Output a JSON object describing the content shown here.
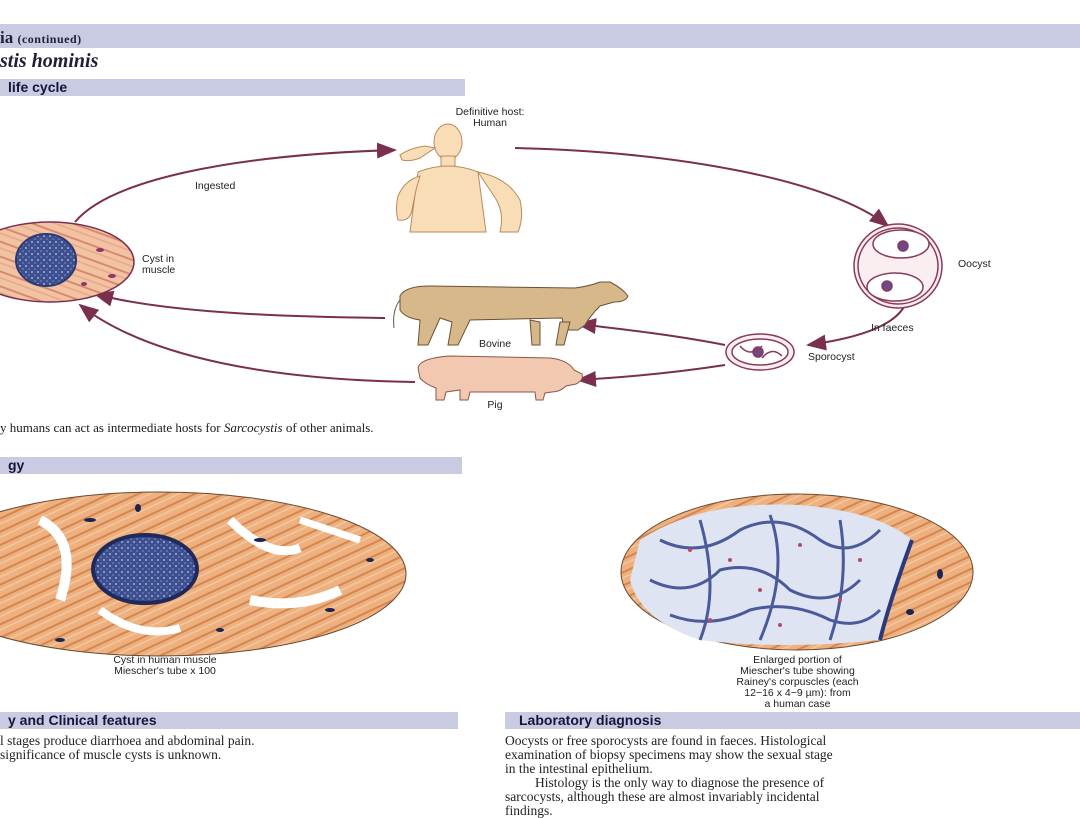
{
  "header": {
    "chapter_title": "ia",
    "chapter_suffix": "(continued)",
    "species_title": "stis hominis"
  },
  "life_cycle": {
    "band_label": "life cycle",
    "labels": {
      "definitive_host": "Definitive host:",
      "human": "Human",
      "ingested": "Ingested",
      "cyst_in_muscle_1": "Cyst in",
      "cyst_in_muscle_2": "muscle",
      "oocyst": "Oocyst",
      "in_faeces": "In faeces",
      "sporocyst": "Sporocyst",
      "bovine": "Bovine",
      "pig": "Pig"
    },
    "note_pre": "y humans can act as intermediate hosts for ",
    "note_italic": "Sarcocystis",
    "note_post": " of other animals."
  },
  "pathology": {
    "band_label": "gy",
    "caption_left_1": "Cyst in human muscle",
    "caption_left_2": "Miescher's tube x 100",
    "caption_right_1": "Enlarged portion of",
    "caption_right_2": "Miescher's tube showing",
    "caption_right_3": "Rainey's corpuscles (each",
    "caption_right_4": "12−16 x 4−9 µm): from",
    "caption_right_5": "a human case"
  },
  "clinical": {
    "band_label": "y and Clinical features",
    "line1": "l stages produce diarrhoea and abdominal pain.",
    "line2": "significance of muscle cysts is unknown."
  },
  "lab": {
    "band_label": "Laboratory diagnosis",
    "line1": "Oocysts or free sporocysts are found in faeces. Histological",
    "line2": "examination of biopsy specimens may show the sexual stage",
    "line3": "in the intestinal epithelium.",
    "line4": "Histology is the only way to diagnose the presence of",
    "line5": "sarcocysts, although these are almost invariably incidental",
    "line6": "findings."
  },
  "colors": {
    "band": "#c8cbe2",
    "arrow": "#7a2f4f",
    "muscle": "#e6a878",
    "cyst": "#4a5a9a"
  }
}
